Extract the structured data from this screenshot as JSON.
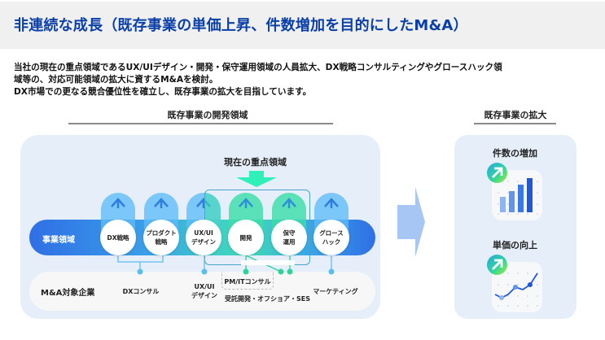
{
  "header": {
    "title": "非連続な成長（既存事業の単価上昇、件数増加を目的にしたM&A）"
  },
  "intro": {
    "lines": [
      "当社の現在の重点領域であるUX/UIデザイン・開発・保守運用領域の人員拡大、DX戦略コンサルティングやグロースハック領",
      "域等の、対応可能領域の拡大に資するM&Aを検討。",
      "DX市場での更なる競合優位性を確立し、既存事業の拡大を目指しています。"
    ]
  },
  "left_section": {
    "title": "既存事業の開発領域",
    "focus_label": "現在の重点領域",
    "band_label": "事業領域",
    "lower_label": "M&A対象企業",
    "domains": [
      {
        "line1": "DX戦略",
        "line2": "",
        "focus": false
      },
      {
        "line1": "プロダクト",
        "line2": "戦略",
        "focus": false
      },
      {
        "line1": "UX/UI",
        "line2": "デザイン",
        "focus": false
      },
      {
        "line1": "開発",
        "line2": "",
        "focus": true
      },
      {
        "line1": "保守",
        "line2": "運用",
        "focus": true
      },
      {
        "line1": "グロース",
        "line2": "ハック",
        "focus": false
      }
    ],
    "targets": {
      "dx_consul": "DXコンサル",
      "uxui_line1": "UX/UI",
      "uxui_line2": "デザイン",
      "pm_it": "PM/ITコンサル",
      "outsourcing": "受託開発・オフショア・SES",
      "marketing": "マーケティング"
    }
  },
  "right_section": {
    "title": "既存事業の拡大",
    "metrics": [
      {
        "label": "件数の増加",
        "icon": "bar-chart-up-icon"
      },
      {
        "label": "単価の向上",
        "icon": "line-chart-up-icon"
      }
    ]
  },
  "colors": {
    "title_blue": "#0a3fa8",
    "panel_bg": "#e6eef9",
    "accent_green": "#2fe3b4",
    "accent_blue": "#2f6fe6",
    "connector_blue": "#5bbdf0",
    "connector_green": "#2fd39c"
  }
}
